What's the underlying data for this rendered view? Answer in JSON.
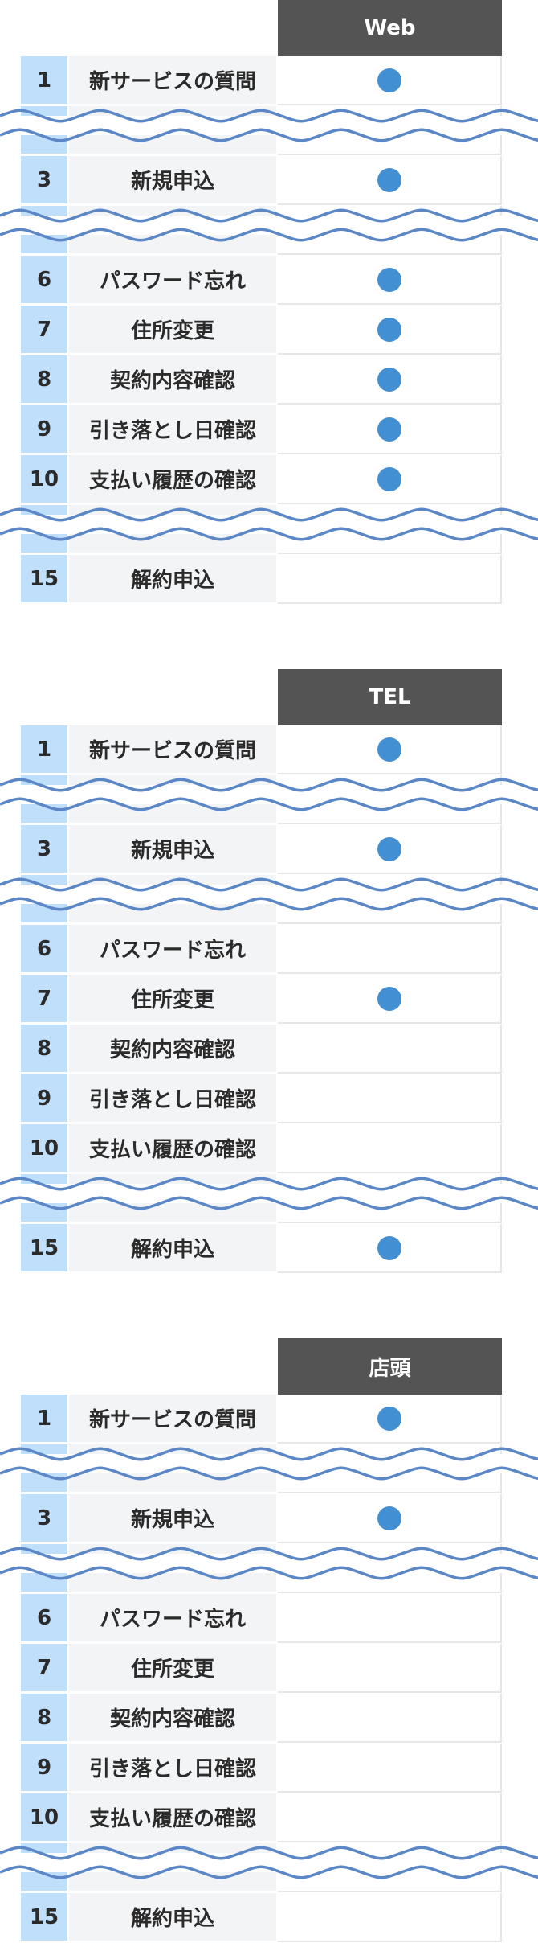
{
  "colors": {
    "header_bg": "#545454",
    "number_bg": "#bfdffb",
    "label_bg": "#f3f4f6",
    "dot": "#428fd4",
    "wave": "#5b87c7"
  },
  "items": [
    {
      "num": "1",
      "label": "新サービスの質問"
    },
    {
      "num": "3",
      "label": "新規申込"
    },
    {
      "num": "6",
      "label": "パスワード忘れ"
    },
    {
      "num": "7",
      "label": "住所変更"
    },
    {
      "num": "8",
      "label": "契約内容確認"
    },
    {
      "num": "9",
      "label": "引き落とし日確認"
    },
    {
      "num": "10",
      "label": "支払い履歴の確認"
    },
    {
      "num": "15",
      "label": "解約申込"
    }
  ],
  "channels": [
    {
      "name": "Web",
      "available": [
        true,
        true,
        true,
        true,
        true,
        true,
        true,
        false
      ]
    },
    {
      "name": "TEL",
      "available": [
        true,
        true,
        false,
        true,
        false,
        false,
        false,
        true
      ]
    },
    {
      "name": "店頭",
      "available": [
        true,
        true,
        false,
        false,
        false,
        false,
        false,
        false
      ]
    }
  ]
}
